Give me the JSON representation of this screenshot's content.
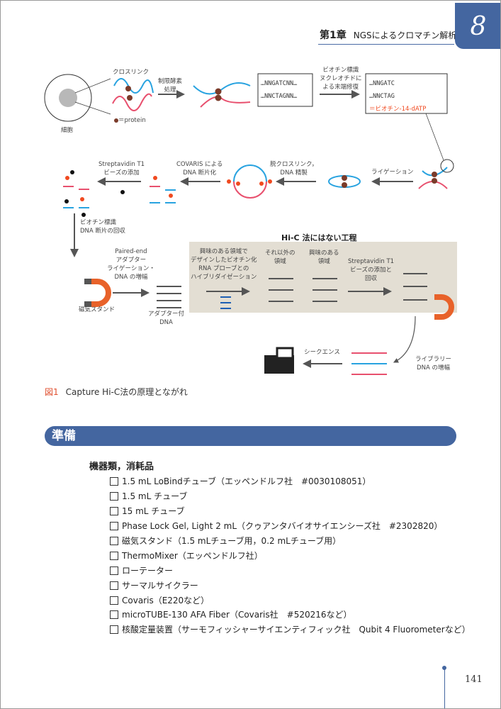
{
  "header": {
    "chapter": "第1章",
    "title": "NGSによるクロマチン解析",
    "chapter_number": "8"
  },
  "figure": {
    "labels": {
      "crosslink": "クロスリンク",
      "protein": "＝protein",
      "cell": "細胞",
      "restriction": [
        "制限酵素",
        "処理"
      ],
      "seq_top": "…NNGATCNN…",
      "seq_bottom": "…NNCTAGNN…",
      "biotin_fill": [
        "ビオチン標識",
        "ヌクレオチドに",
        "よる末端修復"
      ],
      "seq2_top": "…NNGATC",
      "seq2_bottom": "…NNCTAG",
      "biotin_legend": "＝ビオチン-14-dATP",
      "ligation": "ライゲーション",
      "decrosslink": [
        "脱クロスリンク，",
        "DNA 精製"
      ],
      "covaris": [
        "COVARIS による",
        "DNA 断片化"
      ],
      "streptavidin": [
        "Streptavidin T1",
        "ビーズの添加"
      ],
      "pulldown": [
        "ビオチン標識",
        "DNA 断片の回収"
      ],
      "paired_end": [
        "Paired-end",
        "アダプター",
        "ライゲーション・",
        "DNA の増幅"
      ],
      "magnet_stand": "磁気スタンド",
      "adapter_dna": [
        "アダプター付",
        "DNA"
      ],
      "hic_title": "Hi-C 法にはない工程",
      "hybridization": [
        "興味のある領域で",
        "デザインしたビオチン化",
        "RNA プローブとの",
        "ハイブリダイゼーション"
      ],
      "other_region": [
        "それ以外の",
        "領域"
      ],
      "interest_region": [
        "興味のある",
        "領域"
      ],
      "streptavidin2": [
        "Streptavidin T1",
        "ビーズの添加と",
        "回収"
      ],
      "library_amp": [
        "ライブラリー",
        "DNA の増幅"
      ],
      "sequence": "シークエンス"
    },
    "caption_number": "図1",
    "caption": "Capture Hi-C法の原理とながれ"
  },
  "section": {
    "title": "準備"
  },
  "equipment": {
    "heading": "機器類，消耗品",
    "items": [
      "1.5 mL LoBindチューブ（エッペンドルフ社　#0030108051）",
      "1.5 mL チューブ",
      "15 mL チューブ",
      "Phase Lock Gel, Light 2 mL（クゥアンタバイオサイエンシーズ社　#2302820）",
      "磁気スタンド（1.5 mLチューブ用，0.2 mLチューブ用）",
      "ThermoMixer（エッペンドルフ社）",
      "ローテーター",
      "サーマルサイクラー",
      "Covaris（E220など）",
      "microTUBE-130 AFA Fiber（Covaris社　#520216など）",
      "核酸定量装置（サーモフィッシャーサイエンティフィック社　Qubit 4 Fluorometerなど）"
    ]
  },
  "page_number": "141",
  "colors": {
    "accent": "#4466a0",
    "blue_strand": "#29a3e0",
    "red_strand": "#e8506e",
    "biotin": "#f04a20",
    "protein": "#7a3b2a",
    "hic_bg": "#e3ded3"
  }
}
